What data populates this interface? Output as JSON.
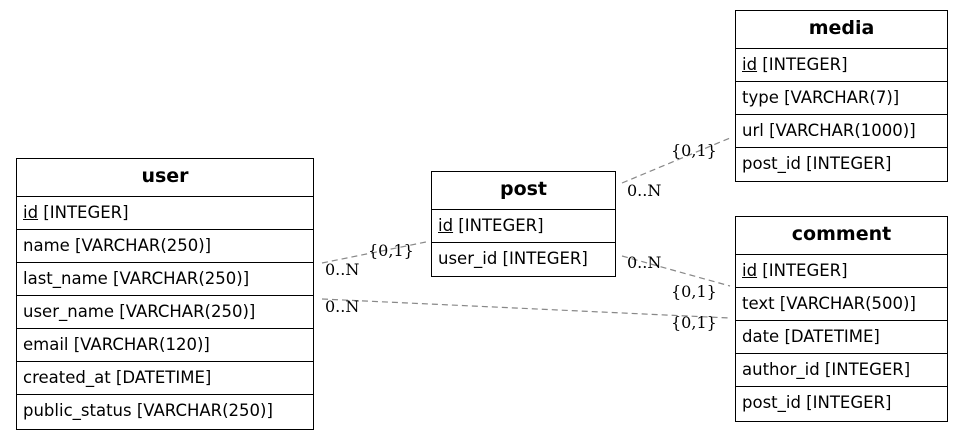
{
  "entities": {
    "user": {
      "title": "user",
      "fields": [
        {
          "pk": "id",
          "type": " [INTEGER]"
        },
        {
          "name": "name [VARCHAR(250)]"
        },
        {
          "name": "last_name [VARCHAR(250)]"
        },
        {
          "name": "user_name [VARCHAR(250)]"
        },
        {
          "name": "email [VARCHAR(120)]"
        },
        {
          "name": "created_at [DATETIME]"
        },
        {
          "name": "public_status [VARCHAR(250)]"
        }
      ]
    },
    "post": {
      "title": "post",
      "fields": [
        {
          "pk": "id",
          "type": " [INTEGER]"
        },
        {
          "name": "user_id [INTEGER]"
        }
      ]
    },
    "media": {
      "title": "media",
      "fields": [
        {
          "pk": "id",
          "type": " [INTEGER]"
        },
        {
          "name": "type [VARCHAR(7)]"
        },
        {
          "name": "url [VARCHAR(1000)]"
        },
        {
          "name": "post_id [INTEGER]"
        }
      ]
    },
    "comment": {
      "title": "comment",
      "fields": [
        {
          "pk": "id",
          "type": " [INTEGER]"
        },
        {
          "name": "text [VARCHAR(500)]"
        },
        {
          "name": "date [DATETIME]"
        },
        {
          "name": "author_id [INTEGER]"
        },
        {
          "name": "post_id [INTEGER]"
        }
      ]
    }
  },
  "relationships": {
    "user_post": {
      "many": "0..N",
      "one": "{0,1}"
    },
    "post_media": {
      "many": "0..N",
      "one": "{0,1}"
    },
    "post_comment": {
      "many": "0..N",
      "one": "{0,1}"
    },
    "user_comment": {
      "many": "0..N",
      "one": "{0,1}"
    }
  },
  "colors": {
    "edge": "#888888",
    "border": "#000000"
  }
}
